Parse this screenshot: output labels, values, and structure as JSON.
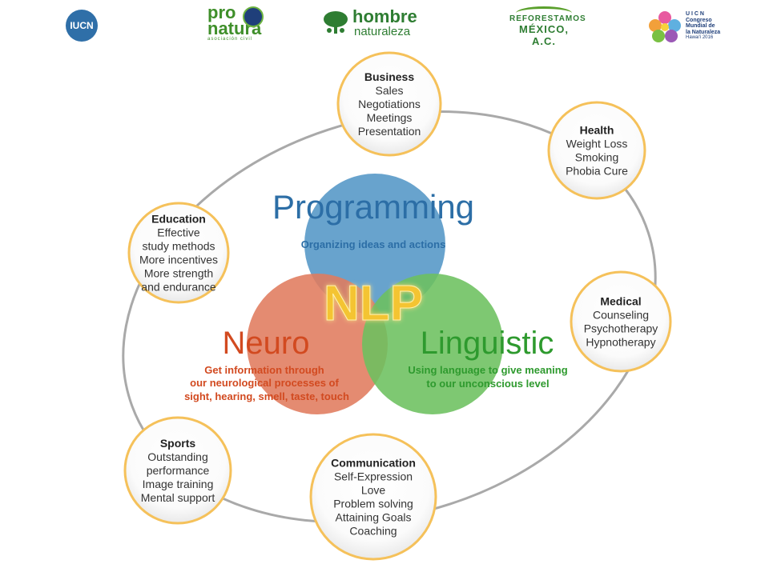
{
  "logos": {
    "iucn": "IUCN",
    "pronatura_line1": "pro",
    "pronatura_line2": "natura",
    "pronatura_line3": "asociación civil",
    "hombre_line1": "hombre",
    "hombre_line2": "naturaleza",
    "reforestamos_line1": "REFORESTAMOS",
    "reforestamos_line2": "MÉXICO, A.C.",
    "congreso_lines": [
      "U I C N",
      "Congreso",
      "Mundial de",
      "la Naturaleza",
      "Hawai'i 2016"
    ]
  },
  "venn": {
    "center": "NLP",
    "programming": {
      "title": "Programming",
      "desc": [
        "Organizing ideas and actions"
      ],
      "color": "#5b9bc9"
    },
    "neuro": {
      "title": "Neuro",
      "desc": [
        "Get information through",
        "our neurological processes of",
        "sight, hearing, smell, taste, touch"
      ],
      "color": "#e07b5d"
    },
    "linguistic": {
      "title": "Linguistic",
      "desc": [
        "Using language to give meaning",
        "to our unconscious level"
      ],
      "color": "#6cc05e"
    }
  },
  "nodes": [
    {
      "key": "business",
      "title": "Business",
      "items": [
        "Sales",
        "Negotiations",
        "Meetings",
        "Presentation"
      ]
    },
    {
      "key": "health",
      "title": "Health",
      "items": [
        "Weight Loss",
        "Smoking",
        "Phobia Cure"
      ]
    },
    {
      "key": "education",
      "title": "Education",
      "items": [
        "Effective",
        "study methods",
        "More incentives",
        "More strength",
        "and endurance"
      ]
    },
    {
      "key": "medical",
      "title": "Medical",
      "items": [
        "Counseling",
        "Psychotherapy",
        "Hypnotherapy"
      ]
    },
    {
      "key": "sports",
      "title": "Sports",
      "items": [
        "Outstanding",
        "performance",
        "Image training",
        "Mental support"
      ]
    },
    {
      "key": "communication",
      "title": "Communication",
      "items": [
        "Self-Expression",
        "Love",
        "Problem solving",
        "Attaining Goals",
        "Coaching"
      ]
    }
  ]
}
